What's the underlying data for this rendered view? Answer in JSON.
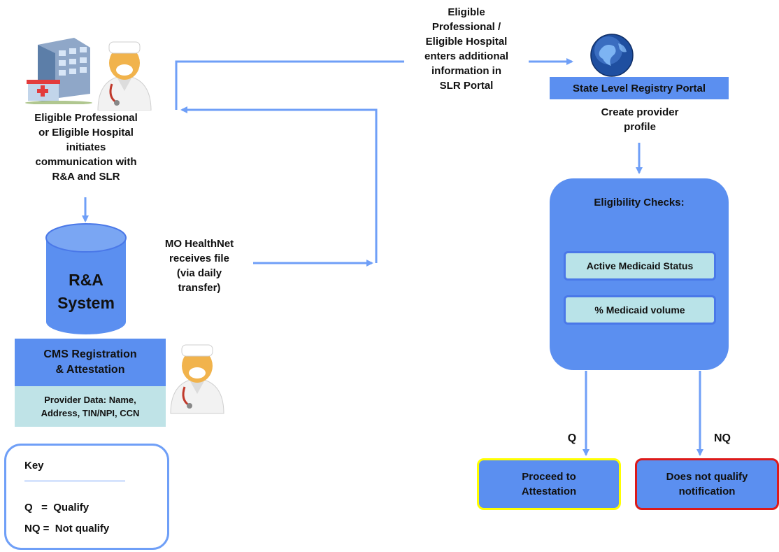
{
  "colors": {
    "flow_line": "#6f9ff7",
    "primary_blue": "#5b8ff0",
    "light_teal": "#bfe3e7",
    "check_fill": "#b9e3e8",
    "check_border": "#4a78e8",
    "qualify_border": "#ffff00",
    "not_qualify_border": "#dd1a1a"
  },
  "left": {
    "initiator_text": "Eligible Professional\nor Eligible Hospital\ninitiates\ncommunication with\nR&A and SLR",
    "database_label": "R&A\nSystem",
    "cms_title": "CMS Registration\n& Attestation",
    "provider_data": "Provider Data: Name,\nAddress, TIN/NPI, CCN",
    "healthnet_text": "MO HealthNet\nreceives file\n(via daily\ntransfer)"
  },
  "top": {
    "slr_entry_text": "Eligible\nProfessional /\nEligible Hospital\nenters additional\ninformation in\nSLR Portal"
  },
  "right": {
    "portal_title": "State Level Registry Portal",
    "create_profile": "Create provider\nprofile",
    "eligibility_title": "Eligibility Checks:",
    "check_1": "Active Medicaid Status",
    "check_2": "% Medicaid volume",
    "q_label": "Q",
    "nq_label": "NQ",
    "proceed": "Proceed to\nAttestation",
    "not_qualify": "Does not qualify\nnotification"
  },
  "key": {
    "title": "Key",
    "q_line": "Q   =  Qualify",
    "nq_line": "NQ =  Not qualify"
  },
  "icons": {
    "hospital": "hospital-building-icon",
    "doctor": "doctor-avatar-icon",
    "globe": "globe-icon",
    "database": "database-cylinder-icon"
  }
}
